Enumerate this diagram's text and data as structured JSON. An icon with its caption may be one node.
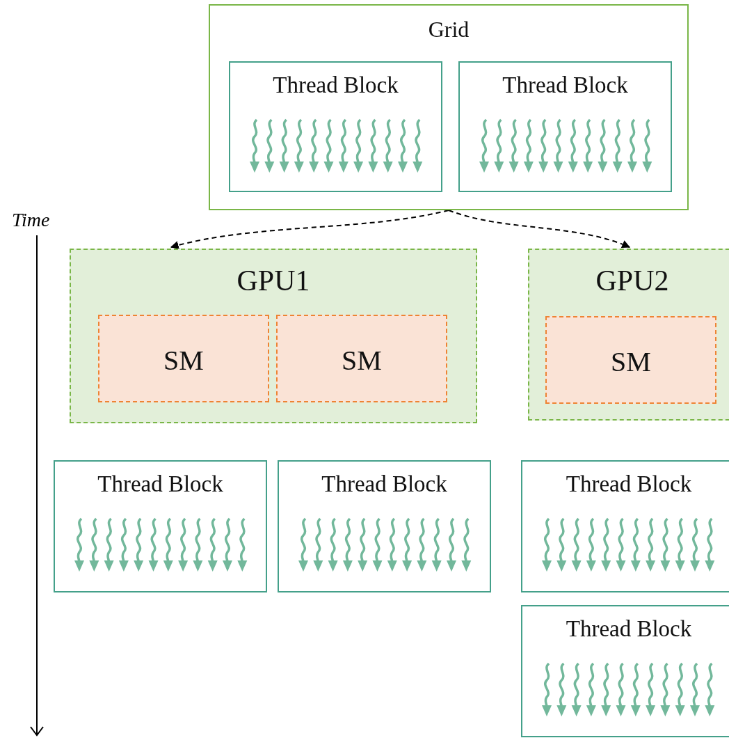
{
  "diagram": {
    "nodes": [
      {
        "text": [
          "Grid"
        ]
      },
      {
        "text": [
          "Thread Block"
        ],
        "in": 0
      },
      {
        "text": [
          "Thread Block"
        ],
        "in": 0
      },
      {
        "text": [
          "GPU1"
        ]
      },
      {
        "text": [
          "SM"
        ],
        "in": 3
      },
      {
        "text": [
          "SM"
        ],
        "in": 3
      },
      {
        "text": [
          "GPU2"
        ]
      },
      {
        "text": [
          "SM"
        ],
        "in": 6
      },
      {
        "text": [
          "Thread Block"
        ]
      },
      {
        "text": [
          "Thread Block"
        ]
      },
      {
        "text": [
          "Thread Block"
        ]
      },
      {
        "text": [
          "Thread Block"
        ]
      }
    ],
    "edges": [
      {
        "from": 0,
        "to": 3,
        "arrow": "to",
        "style": "dashed"
      },
      {
        "from": 0,
        "to": 6,
        "arrow": "to",
        "style": "dashed"
      }
    ],
    "labels": [
      "Time"
    ]
  }
}
